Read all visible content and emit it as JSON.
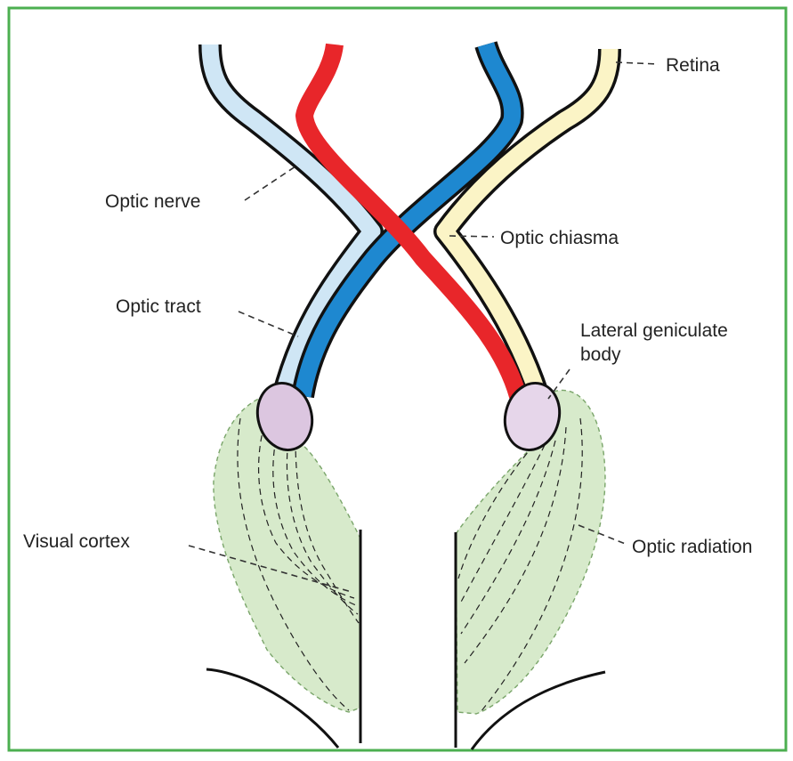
{
  "diagram": {
    "labels": {
      "retina": "Retina",
      "optic_nerve": "Optic nerve",
      "optic_chiasma": "Optic chiasma",
      "optic_tract": "Optic tract",
      "lateral_geniculate_line1": "Lateral geniculate",
      "lateral_geniculate_line2": "body",
      "visual_cortex": "Visual cortex",
      "optic_radiation": "Optic radiation"
    },
    "colors": {
      "frame": "#4caf50",
      "light_blue_pathway": "#cfe6f5",
      "blue_pathway": "#1e88d0",
      "red_pathway": "#e8262a",
      "cream_pathway": "#fbf4c6",
      "geniculate_body": "#dcc6e0",
      "radiation_fill": "#d7eacb",
      "outline": "#111111"
    }
  }
}
